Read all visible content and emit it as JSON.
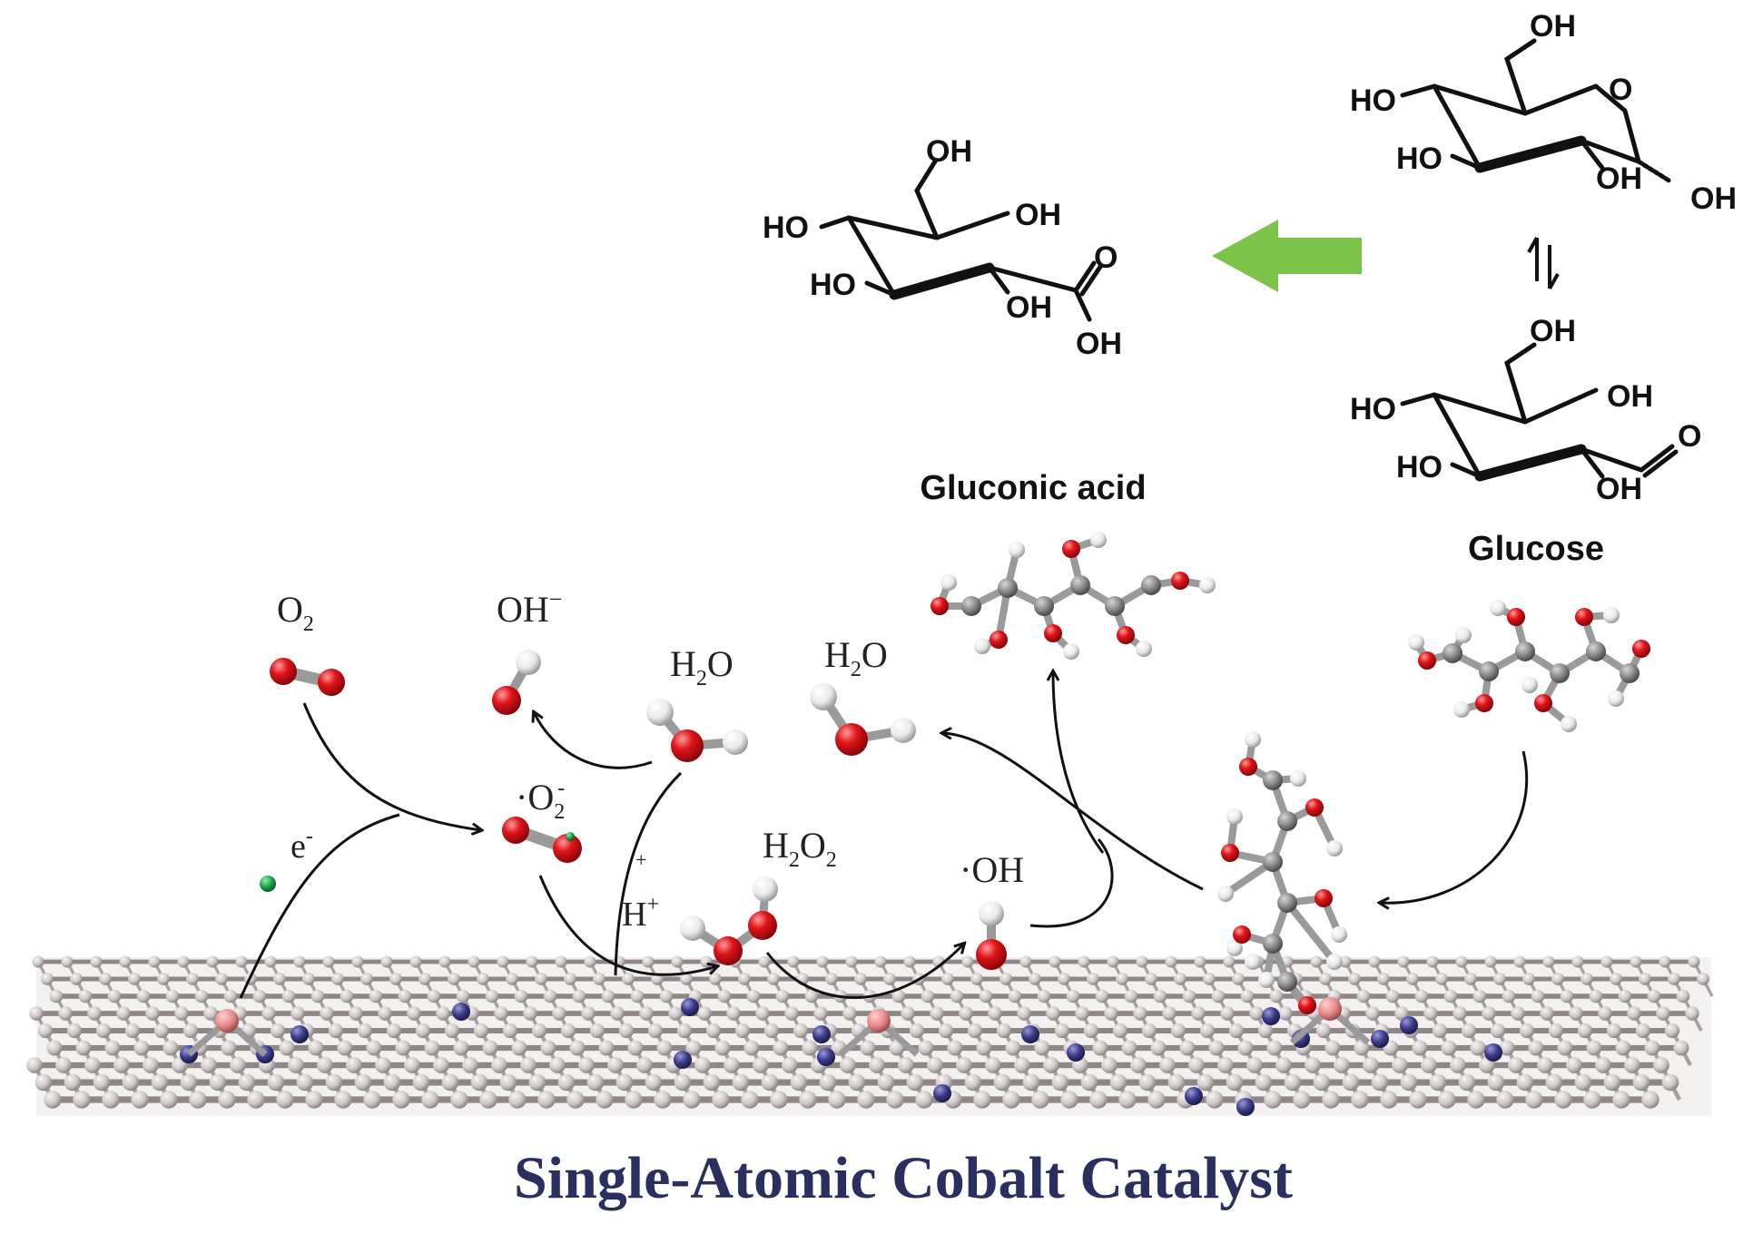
{
  "labels": {
    "gluconic_acid": "Gluconic acid",
    "glucose": "Glucose",
    "catalyst": "Single-Atomic Cobalt Catalyst",
    "e": "e",
    "e_sup": "-",
    "h_plus": "H",
    "h_plus_sup": "+",
    "plus_sign": "+"
  },
  "atoms": {
    "oh": "OH",
    "ho": "HO",
    "o": "O"
  },
  "species": {
    "o2": {
      "base": "O",
      "sub": "2"
    },
    "oh_minus": {
      "base": "OH",
      "sup": "−"
    },
    "h2o_a": {
      "pre": "H",
      "sub": "2",
      "post": "O"
    },
    "h2o_b": {
      "pre": "H",
      "sub": "2",
      "post": "O"
    },
    "superoxide": {
      "base": "·O",
      "sub": "2",
      "sup": "-"
    },
    "h2o2": {
      "pre": "H",
      "sub1": "2",
      "mid": "O",
      "sub2": "2"
    },
    "hydroxyl": "·OH"
  },
  "colors": {
    "oxygen": "#e0141a",
    "hydrogen": "#f2f2f2",
    "carbon": "#8a8a8a",
    "nitrogen": "#3b3b8c",
    "cobalt": "#e88a8a",
    "electron": "#1aa04a",
    "green_arrow": "#7cc34a",
    "title": "#2b2f5f",
    "lattice": "#c9c2c2"
  }
}
